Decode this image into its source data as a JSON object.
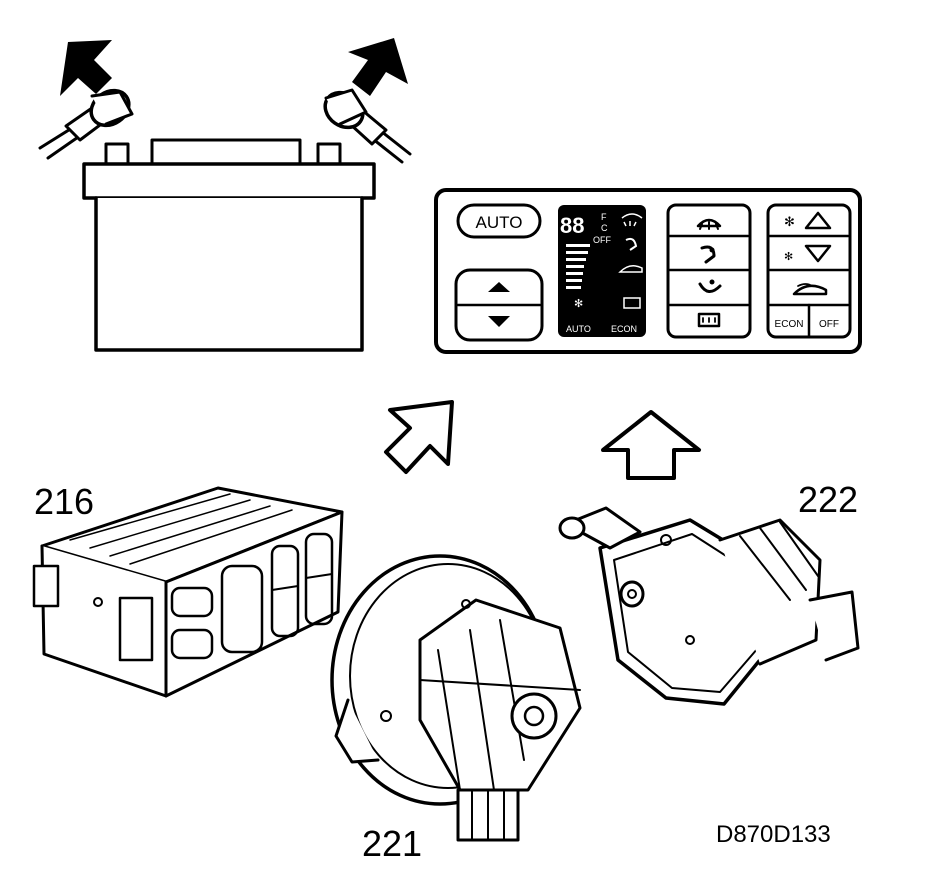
{
  "labels": {
    "part_216": "216",
    "part_221": "221",
    "part_222": "222",
    "figure_code": "D870D133"
  },
  "control_panel": {
    "auto_button": "AUTO",
    "display": {
      "digits": "88",
      "unit_f": "F",
      "unit_c": "C",
      "off_text": "OFF",
      "auto_text": "AUTO",
      "econ_text": "ECON"
    },
    "econ_button": "ECON",
    "off_button": "OFF"
  },
  "icons": [
    "battery",
    "disconnect-arrow-left",
    "disconnect-arrow-right",
    "cable-clamp",
    "outline-arrow-diagonal",
    "outline-arrow-up",
    "fan-icon",
    "triangle-up-icon",
    "triangle-down-icon",
    "defrost-icon",
    "rear-defrost-icon",
    "car-recirc-icon"
  ]
}
